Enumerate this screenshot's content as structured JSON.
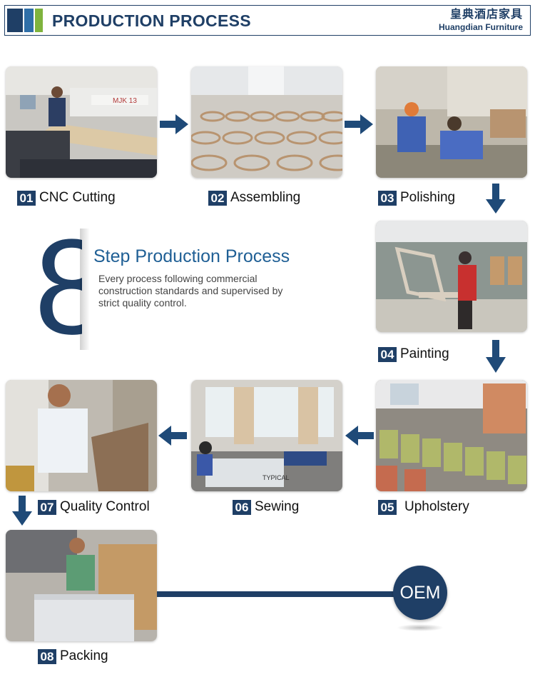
{
  "header": {
    "title": "PRODUCTION PROCESS",
    "brand_cn": "皇典酒店家具",
    "brand_en": "Huangdian Furniture",
    "colors": {
      "navy": "#1f3f66",
      "blue": "#2f6fa8",
      "green": "#7fb33d"
    }
  },
  "intro": {
    "big_number": "8",
    "title": "Step Production Process",
    "text": "Every process following commercial construction standards and supervised by strict quality control."
  },
  "steps": [
    {
      "num": "01",
      "name": "CNC Cutting",
      "photo_icon": "cnc-machine-photo"
    },
    {
      "num": "02",
      "name": "Assembling",
      "photo_icon": "chair-frames-photo"
    },
    {
      "num": "03",
      "name": "Polishing",
      "photo_icon": "workers-polishing-photo"
    },
    {
      "num": "04",
      "name": "Painting",
      "photo_icon": "spray-painting-photo"
    },
    {
      "num": "05",
      "name": "Upholstery",
      "photo_icon": "upholstered-chairs-photo"
    },
    {
      "num": "06",
      "name": "Sewing",
      "photo_icon": "sewing-workshop-photo"
    },
    {
      "num": "07",
      "name": "Quality Control",
      "photo_icon": "worker-inspecting-photo"
    },
    {
      "num": "08",
      "name": "Packing",
      "photo_icon": "worker-packing-photo"
    }
  ],
  "oem": {
    "label": "OEM"
  },
  "arrow_color": "#1f4a78"
}
